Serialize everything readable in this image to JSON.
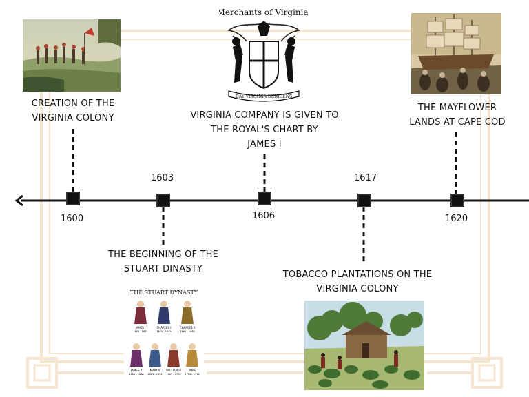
{
  "timeline": {
    "events": [
      {
        "id": "e1600",
        "year": "1600",
        "label_lines": [
          "CREATION OF THE",
          "VIRGINIA COLONY"
        ]
      },
      {
        "id": "e1603",
        "year": "1603",
        "label_lines": [
          "THE BEGINNING OF THE",
          "STUART DINASTY"
        ]
      },
      {
        "id": "e1606",
        "year": "1606",
        "label_lines": [
          "VIRGINIA COMPANY IS GIVEN TO",
          "THE ROYAL'S CHART BY",
          "JAMES I"
        ]
      },
      {
        "id": "e1617",
        "year": "1617",
        "label_lines": [
          "TOBACCO PLANTATIONS ON THE",
          "VIRGINIA COLONY"
        ]
      },
      {
        "id": "e1620",
        "year": "1620",
        "label_lines": [
          "THE MAYFLOWER",
          "LANDS AT CAPE COD"
        ]
      }
    ]
  },
  "images": {
    "merchants": {
      "caption": "Merchants of Virginia.",
      "banner": "DAY VIRGINIA DENICENS",
      "icon": "coat-of-arms"
    },
    "stuart": {
      "title": "THE STUART DYNASTY",
      "top_row": [
        "JAMES I",
        "CHARLES I",
        "CHARLES II"
      ],
      "top_dates": [
        "1603 - 1625",
        "1625 - 1649",
        "1660 - 1685"
      ],
      "bottom_row": [
        "JAMES II",
        "MARY II",
        "WILLIAM III",
        "ANNE"
      ],
      "bottom_dates": [
        "1685 - 1688",
        "1689 - 1694",
        "1689 - 1702",
        "1702 - 1714"
      ]
    },
    "landing": {
      "icon": "colonists-landing-painting"
    },
    "mayflower": {
      "icon": "mayflower-ship-painting"
    },
    "tobacco": {
      "icon": "tobacco-plantation-painting"
    }
  },
  "colors": {
    "frame": "#f6e6cf",
    "line": "#111111",
    "text": "#111111"
  }
}
